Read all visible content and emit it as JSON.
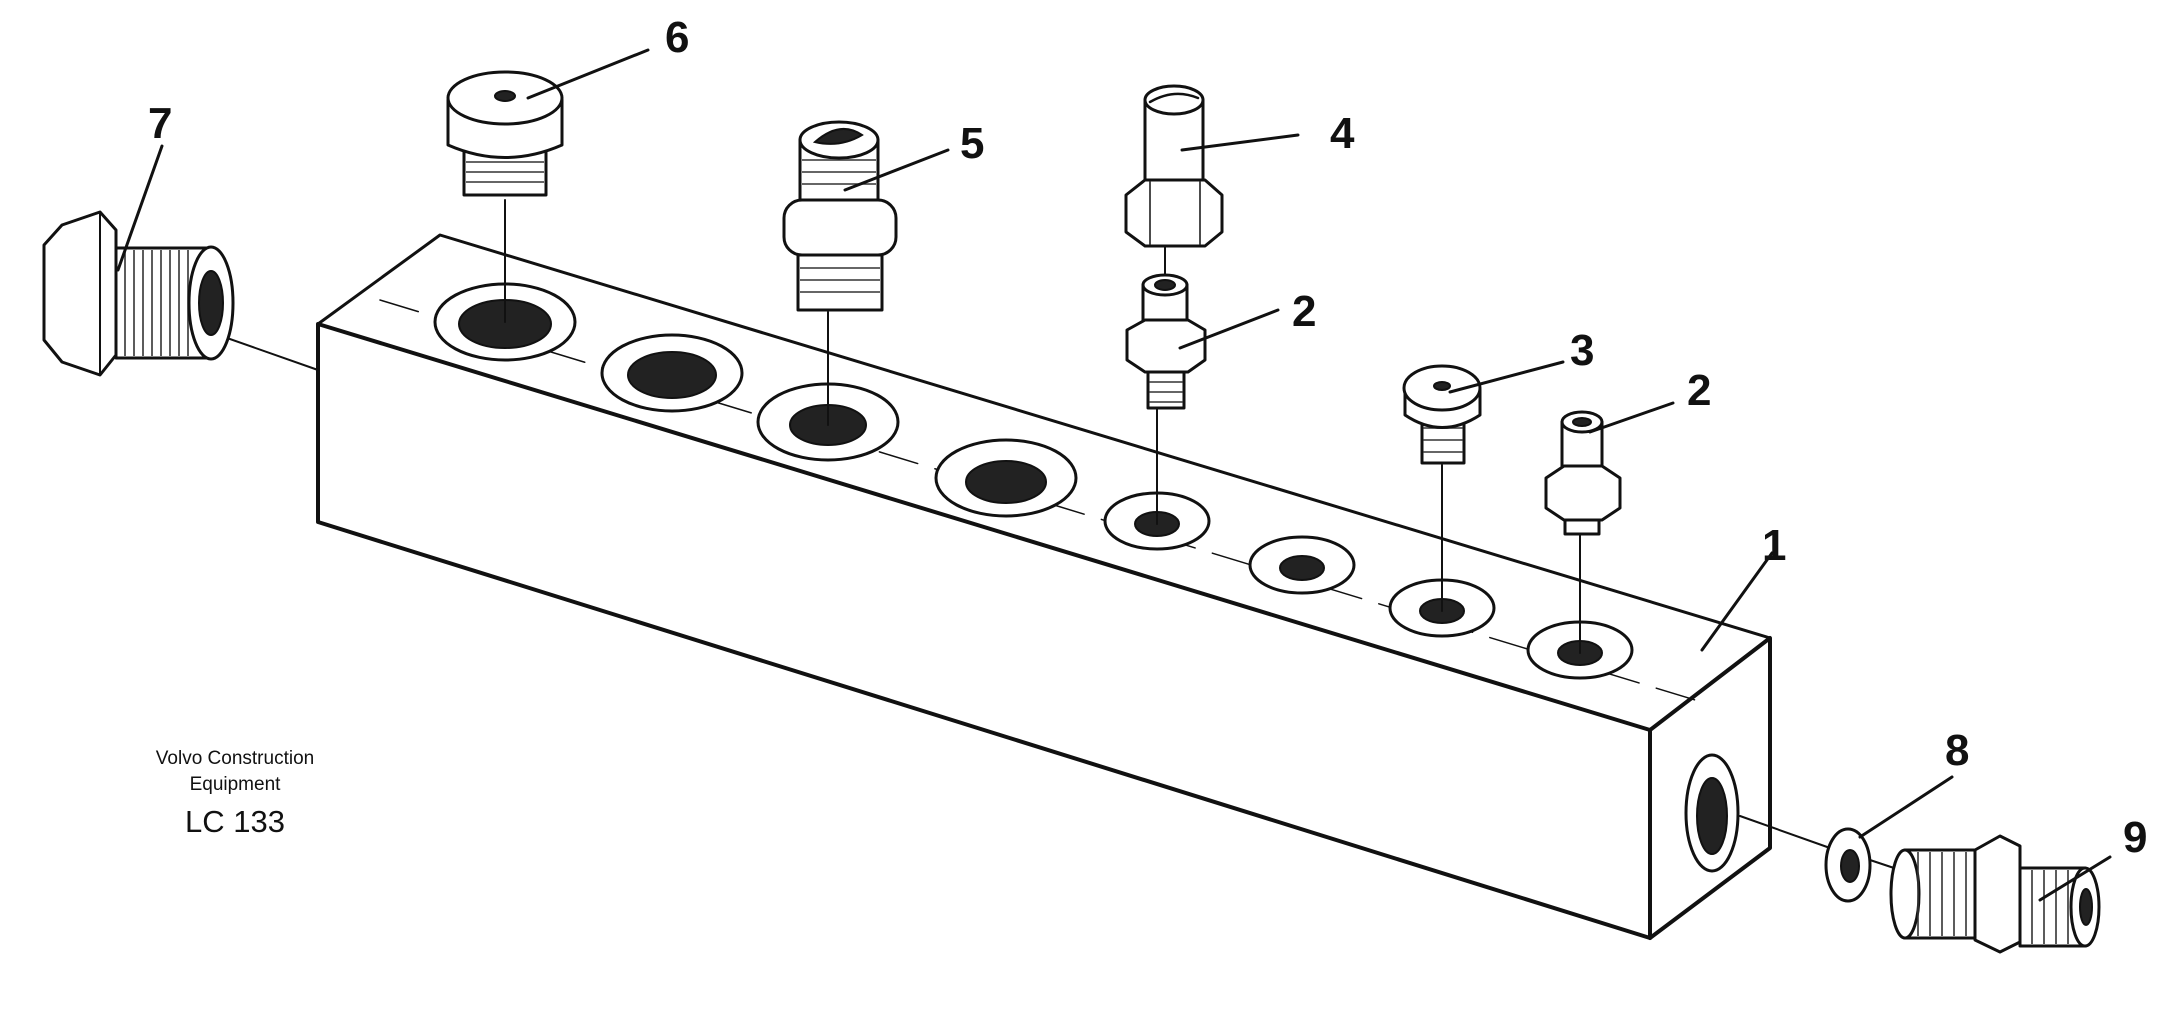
{
  "callouts": {
    "c1": "1",
    "c2a": "2",
    "c2b": "2",
    "c3": "3",
    "c4": "4",
    "c5": "5",
    "c6": "6",
    "c7": "7",
    "c8": "8",
    "c9": "9"
  },
  "caption": {
    "line1": "Volvo Construction",
    "line2": "Equipment",
    "code": "LC 133"
  }
}
